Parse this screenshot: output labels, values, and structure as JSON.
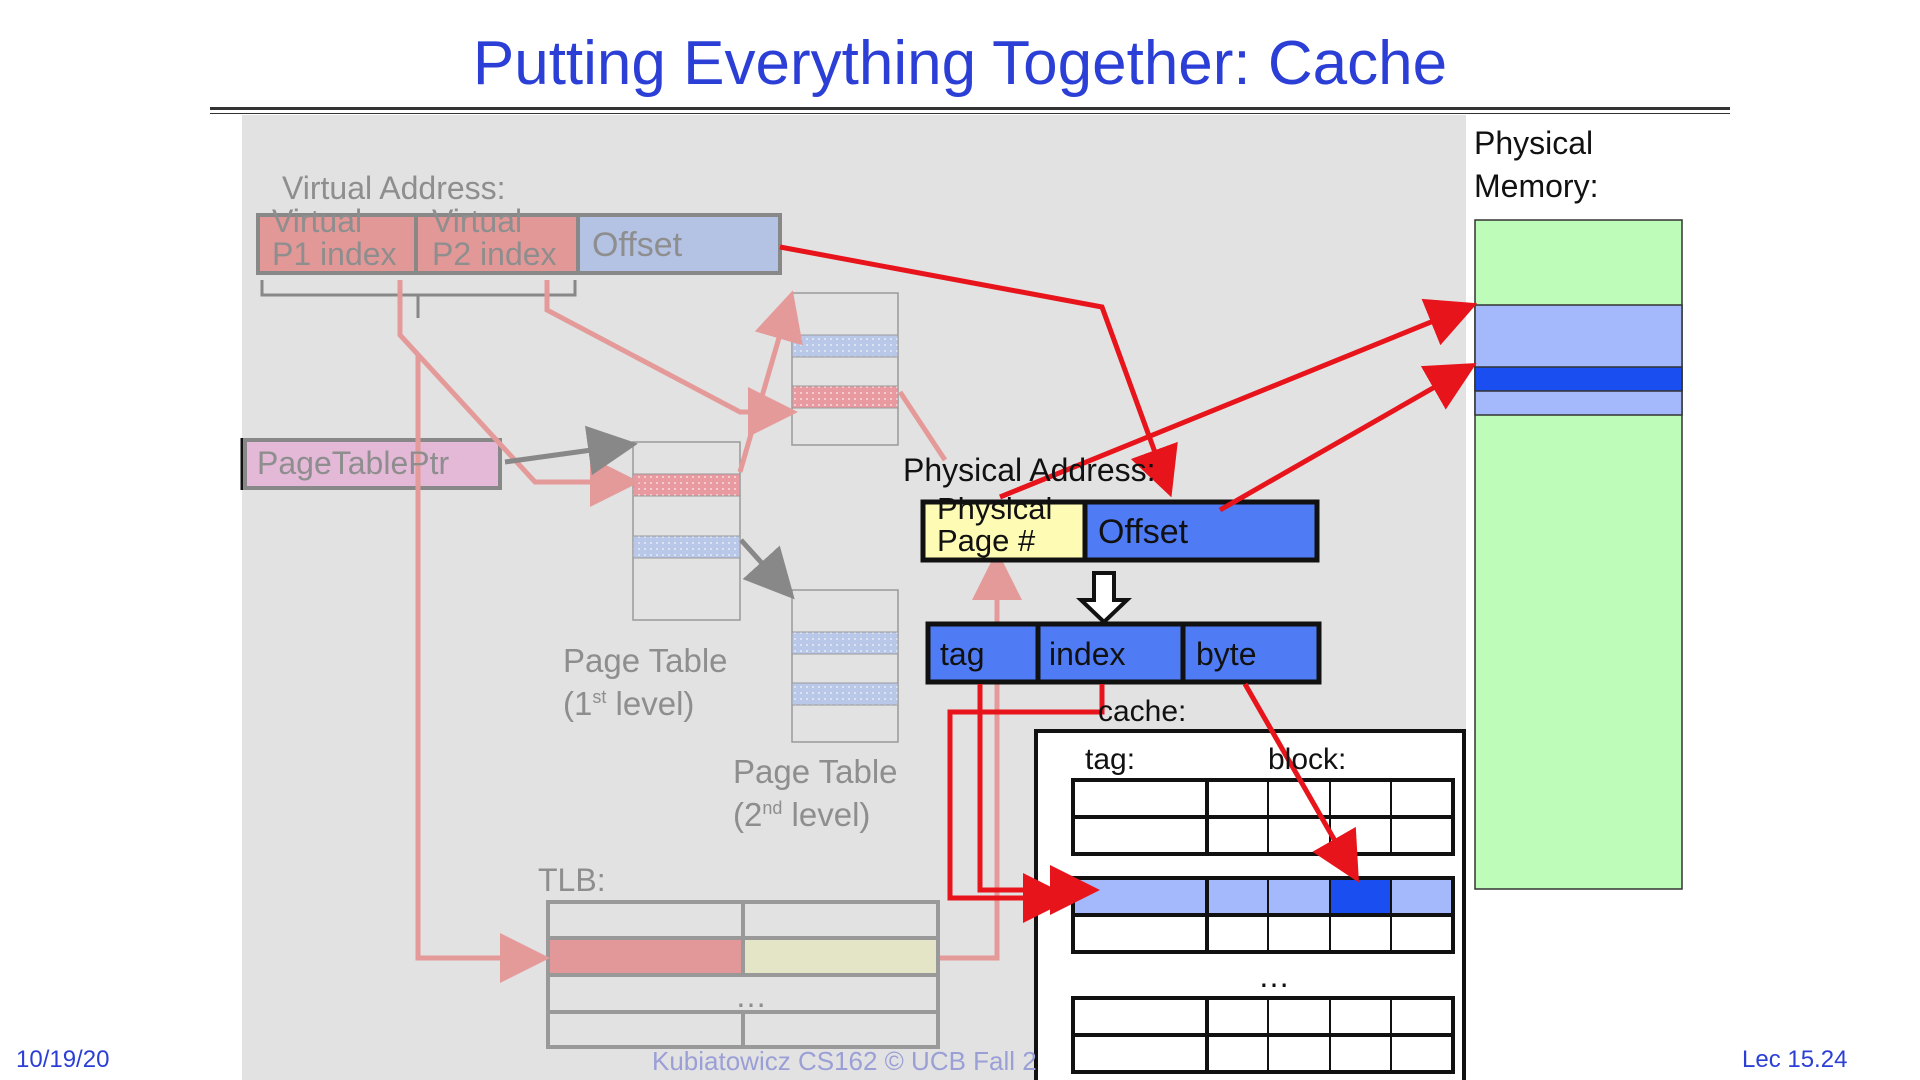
{
  "title": "Putting Everything Together: Cache",
  "virtual_address": {
    "label": "Virtual Address:",
    "fields": [
      "Virtual P1 index",
      "Virtual P2 index",
      "Offset"
    ],
    "p1_line1": "Virtual",
    "p1_line2": "P1 index",
    "p2_line1": "Virtual",
    "p2_line2": "P2 index",
    "offset": "Offset"
  },
  "page_table_ptr": "PageTablePtr",
  "page_table_1": {
    "line1": "Page Table",
    "line2_pre": "(1",
    "line2_sup": "st",
    "line2_post": " level)"
  },
  "page_table_2": {
    "line1": "Page Table",
    "line2_pre": "(2",
    "line2_sup": "nd",
    "line2_post": " level)"
  },
  "tlb": {
    "label": "TLB:",
    "ellipsis": "…"
  },
  "physical_address": {
    "label": "Physical Address:",
    "page_line1": "Physical",
    "page_line2": "Page #",
    "offset": "Offset"
  },
  "split": {
    "tag": "tag",
    "index": "index",
    "byte": "byte"
  },
  "cache": {
    "label": "cache:",
    "tag_label": "tag:",
    "block_label": "block:",
    "ellipsis": "…"
  },
  "physical_memory": {
    "line1": "Physical",
    "line2": "Memory:"
  },
  "footer": {
    "date": "10/19/20",
    "course": "Kubiatowicz CS162 © UCB Fall 2",
    "lecture": "Lec 15.24"
  },
  "colors": {
    "title": "#2b3fd6",
    "arrow_red": "#e8141c",
    "arrow_faded": "#e59a9a",
    "blue_field": "#4f7cf5",
    "yellow_field": "#fdfbb4",
    "memory_green": "#bdfcb9",
    "memory_blue": "#a4b9fb",
    "memory_dark_blue": "#1a4ef0"
  }
}
